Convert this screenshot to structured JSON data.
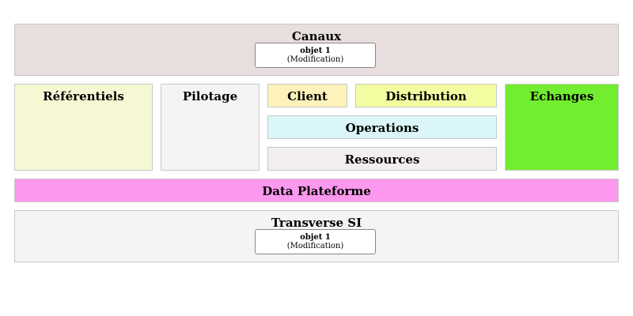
{
  "zones": {
    "canaux": {
      "title": "Canaux",
      "color": "#e8dede",
      "object": {
        "name": "objet 1",
        "sub": "(Modification)"
      }
    },
    "referentiels": {
      "title": "Référentiels",
      "color": "#f6f8d4"
    },
    "pilotage": {
      "title": "Pilotage",
      "color": "#f4f4f4"
    },
    "client": {
      "title": "Client",
      "color": "#fdf2bb"
    },
    "distribution": {
      "title": "Distribution",
      "color": "#f3fca0"
    },
    "operations": {
      "title": "Operations",
      "color": "#daf6f8"
    },
    "ressources": {
      "title": "Ressources",
      "color": "#f3eeee"
    },
    "echanges": {
      "title": "Echanges",
      "color": "#73ed2f"
    },
    "data_plateforme": {
      "title": "Data Plateforme",
      "color": "#fc98ee"
    },
    "transverse": {
      "title": "Transverse SI",
      "color": "#f4f4f4",
      "object": {
        "name": "objet 1",
        "sub": "(Modification)"
      }
    }
  }
}
